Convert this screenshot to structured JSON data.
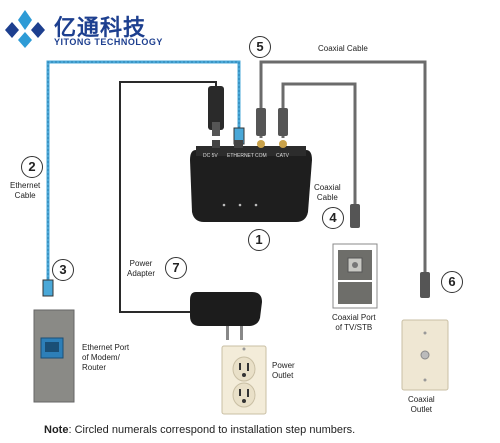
{
  "logo": {
    "chinese": "亿通科技",
    "english": "YITONG TECHNOLOGY"
  },
  "steps": [
    "1",
    "2",
    "3",
    "4",
    "5",
    "6",
    "7"
  ],
  "labels": {
    "ethernet_cable": [
      "Ethernet",
      "Cable"
    ],
    "coaxial_cable_top": "Coaxial Cable",
    "coaxial_cable_mid": [
      "Coaxial",
      "Cable"
    ],
    "power_adapter": [
      "Power",
      "Adapter"
    ],
    "ethernet_port": [
      "Ethernet Port",
      "of Modem/",
      "Router"
    ],
    "power_outlet": [
      "Power",
      "Outlet"
    ],
    "coaxial_port_tv": [
      "Coaxial Port",
      "of TV/STB"
    ],
    "coaxial_outlet": [
      "Coaxial",
      "Outlet"
    ]
  },
  "device_ports": [
    "DC 5V",
    "ETHERNET",
    "COM",
    "CATV"
  ],
  "note": {
    "prefix": "Note",
    "text": ": Circled numerals correspond to installation step numbers."
  },
  "colors": {
    "ethernet_cable": "#4aa8d8",
    "coax_cable": "#6b6b6b",
    "device": "#1e1e1e",
    "logo": "#1d3f8f"
  }
}
